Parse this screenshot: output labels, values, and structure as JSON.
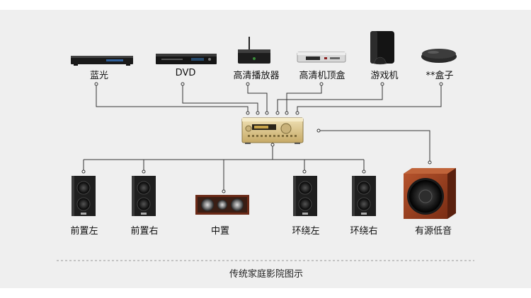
{
  "sources": [
    {
      "label": "蓝光",
      "icon": "bluray-player-icon"
    },
    {
      "label": "DVD",
      "icon": "dvd-player-icon"
    },
    {
      "label": "高清播放器",
      "icon": "hd-media-player-icon"
    },
    {
      "label": "高清机顶盒",
      "icon": "set-top-box-icon"
    },
    {
      "label": "游戏机",
      "icon": "game-console-icon"
    },
    {
      "label": "**盒子",
      "icon": "tv-box-icon"
    }
  ],
  "receiver": {
    "icon": "av-receiver-icon"
  },
  "speakers": [
    {
      "label": "前置左",
      "icon": "front-left-speaker-icon"
    },
    {
      "label": "前置右",
      "icon": "front-right-speaker-icon"
    },
    {
      "label": "中置",
      "icon": "center-speaker-icon"
    },
    {
      "label": "环绕左",
      "icon": "surround-left-speaker-icon"
    },
    {
      "label": "环绕右",
      "icon": "surround-right-speaker-icon"
    },
    {
      "label": "有源低音",
      "icon": "active-subwoofer-icon"
    }
  ],
  "caption": "传统家庭影院图示",
  "colors": {
    "background": "#efefef",
    "line": "#333333",
    "receiver_gold": "#d9c38a"
  }
}
